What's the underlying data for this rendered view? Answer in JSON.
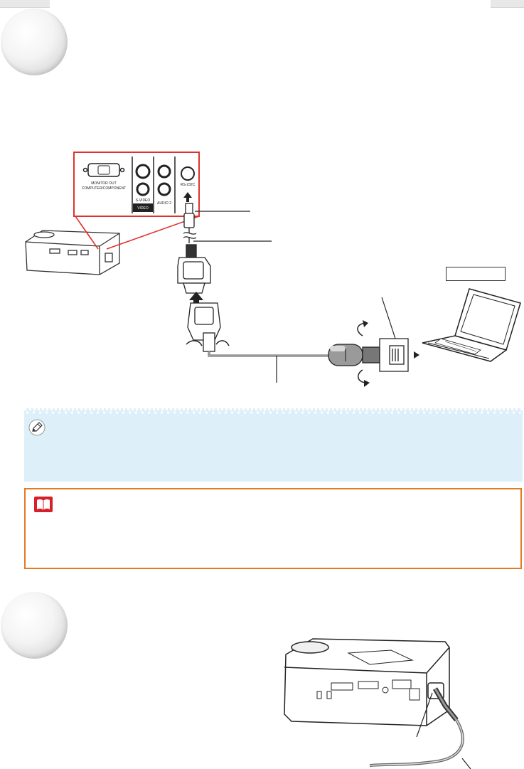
{
  "page": {
    "background": "#ffffff"
  },
  "sections": [
    {
      "id": "connect",
      "marker": ""
    },
    {
      "id": "power",
      "marker": ""
    }
  ],
  "diagram": {
    "panel_labels": {
      "monitor_out": "MONITOR OUT",
      "computer_component": "COMPUTER/COMPONENT",
      "s_video": "S-VIDEO",
      "video": "VIDEO",
      "audio2": "AUDIO 2",
      "rs232c": "RS-232C"
    },
    "label_box_text": "",
    "accent_red": "#e0322c"
  },
  "note": {
    "icon": "pencil-note-icon",
    "background": "#ddf0f9",
    "text": ""
  },
  "info": {
    "icon": "open-book-icon",
    "border_color": "#e57a22",
    "icon_color": "#d8202a",
    "text": ""
  }
}
